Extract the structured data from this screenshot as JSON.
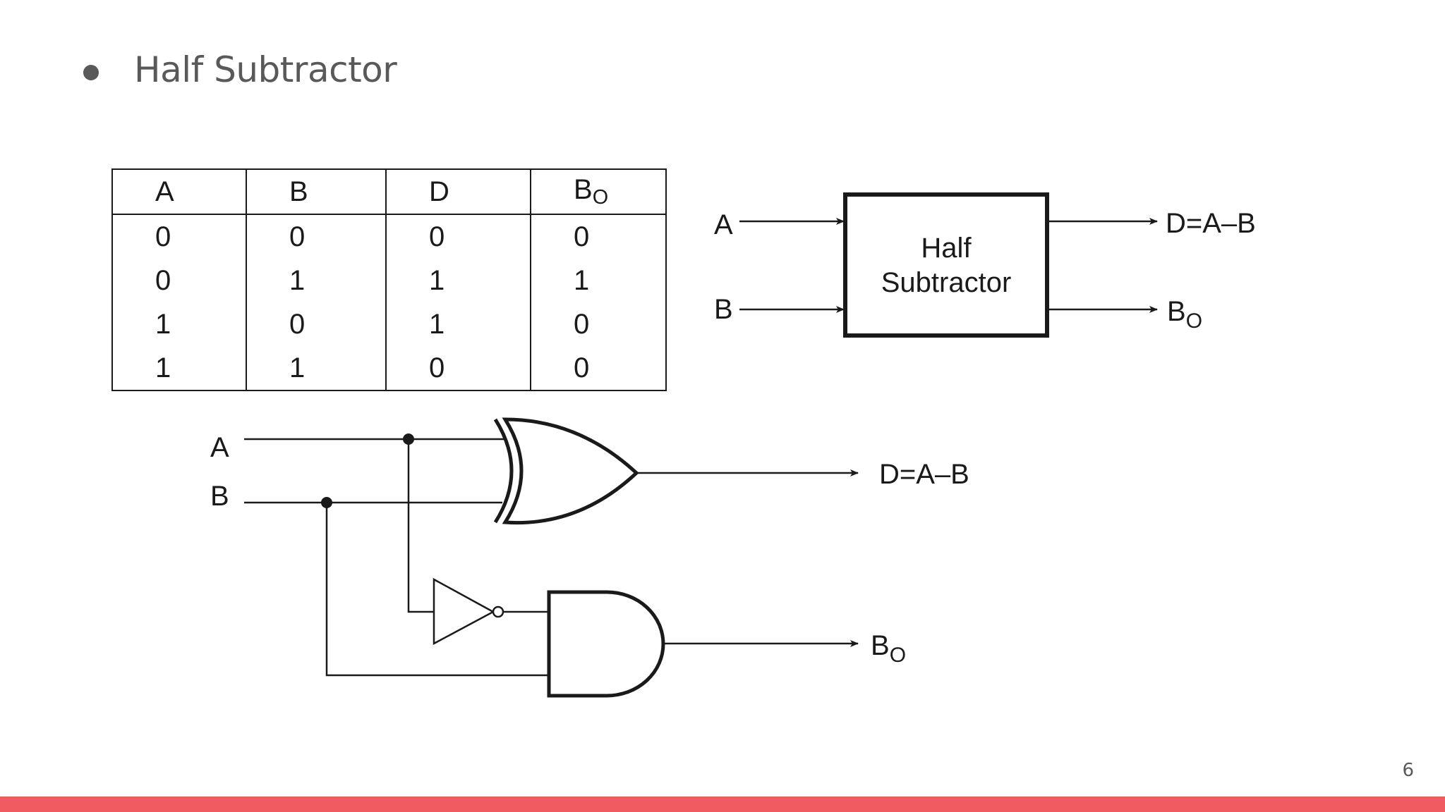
{
  "slide": {
    "title": "Half Subtractor",
    "page_number": "6",
    "accent_color": "#f05b62"
  },
  "truth_table": {
    "headers": [
      {
        "main": "A",
        "sub": ""
      },
      {
        "main": "B",
        "sub": ""
      },
      {
        "main": "D",
        "sub": ""
      },
      {
        "main": "B",
        "sub": "O"
      }
    ],
    "rows": [
      [
        "0",
        "0",
        "0",
        "0"
      ],
      [
        "0",
        "1",
        "1",
        "1"
      ],
      [
        "1",
        "0",
        "1",
        "0"
      ],
      [
        "1",
        "1",
        "0",
        "0"
      ]
    ]
  },
  "block_diagram": {
    "input_a": "A",
    "input_b": "B",
    "block_line1": "Half",
    "block_line2": "Subtractor",
    "output_d": "D=A–B",
    "output_bo_main": "B",
    "output_bo_sub": "O"
  },
  "logic_circuit": {
    "input_a": "A",
    "input_b": "B",
    "output_d": "D=A–B",
    "output_bo_main": "B",
    "output_bo_sub": "O"
  }
}
